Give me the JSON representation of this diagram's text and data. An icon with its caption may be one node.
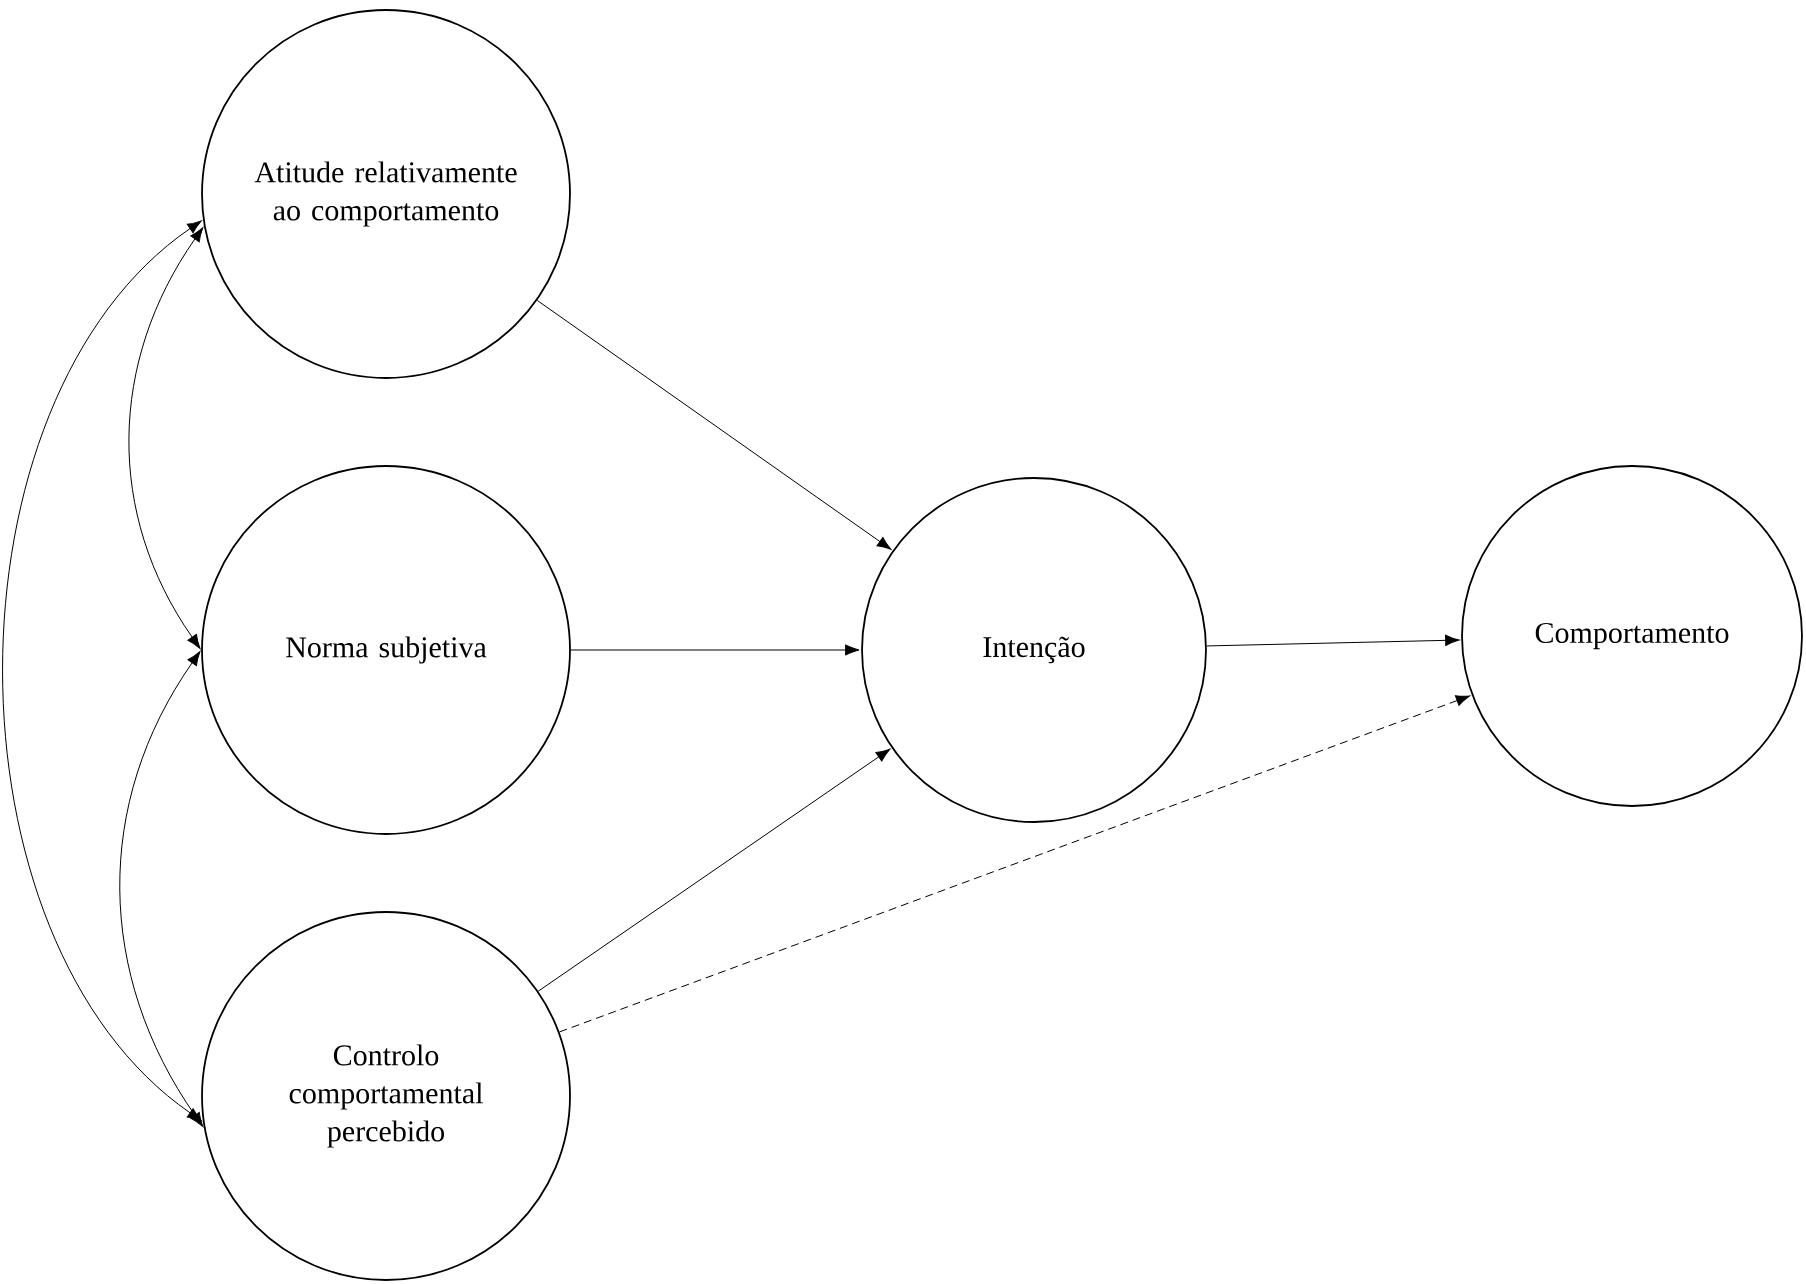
{
  "diagram": {
    "nodes": [
      {
        "text": [
          "Atitude relativamente ao comportamento"
        ]
      },
      {
        "text": [
          "Norma subjetiva"
        ]
      },
      {
        "text": [
          "Controlo comportamental percebido"
        ]
      },
      {
        "text": [
          "Intenção"
        ]
      },
      {
        "text": [
          "Comportamento"
        ]
      }
    ],
    "edges": [
      {
        "from": 0,
        "to": 3,
        "arrow": "to"
      },
      {
        "from": 1,
        "to": 3,
        "arrow": "to"
      },
      {
        "from": 2,
        "to": 3,
        "arrow": "to"
      },
      {
        "from": 3,
        "to": 4,
        "arrow": "to"
      },
      {
        "from": 2,
        "to": 4,
        "arrow": "to",
        "style": "dashed"
      },
      {
        "from": 0,
        "to": 1,
        "arrow": "both"
      },
      {
        "from": 1,
        "to": 2,
        "arrow": "both"
      },
      {
        "from": 0,
        "to": 2,
        "arrow": "both"
      }
    ]
  }
}
